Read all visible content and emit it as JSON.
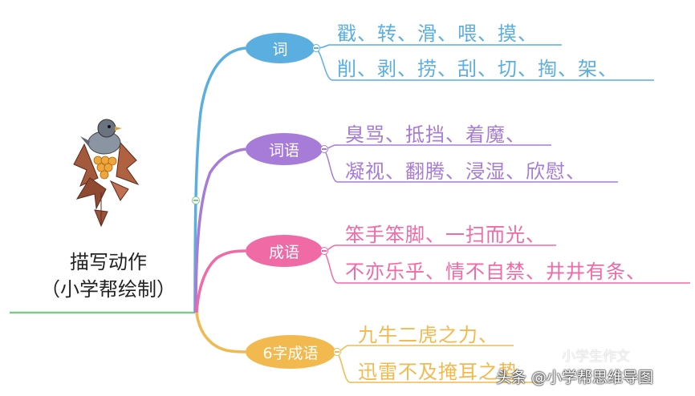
{
  "central": {
    "title": "描写动作",
    "subtitle": "（小学帮绘制）"
  },
  "branches": [
    {
      "label": "词",
      "color": "#5aaee0",
      "items": [
        "戳、转、滑、喂、摸、",
        "削、剥、捞、刮、切、掏、架、"
      ]
    },
    {
      "label": "词语",
      "color": "#a77bd8",
      "items": [
        "臭骂、抵挡、着魔、",
        "凝视、翻腾、浸湿、欣慰、"
      ]
    },
    {
      "label": "成语",
      "color": "#f06aa6",
      "items": [
        "笨手笨脚、一扫而光、",
        "不亦乐乎、情不自禁、井井有条、"
      ]
    },
    {
      "label": "6字成语",
      "color": "#f2b94e",
      "items": [
        "九牛二虎之力、",
        "迅雷不及掩耳之势"
      ]
    }
  ],
  "root_line_color": "#7cc98a",
  "watermark": {
    "faint": "小学生作文",
    "main": "头条 @小学帮思维导图"
  }
}
